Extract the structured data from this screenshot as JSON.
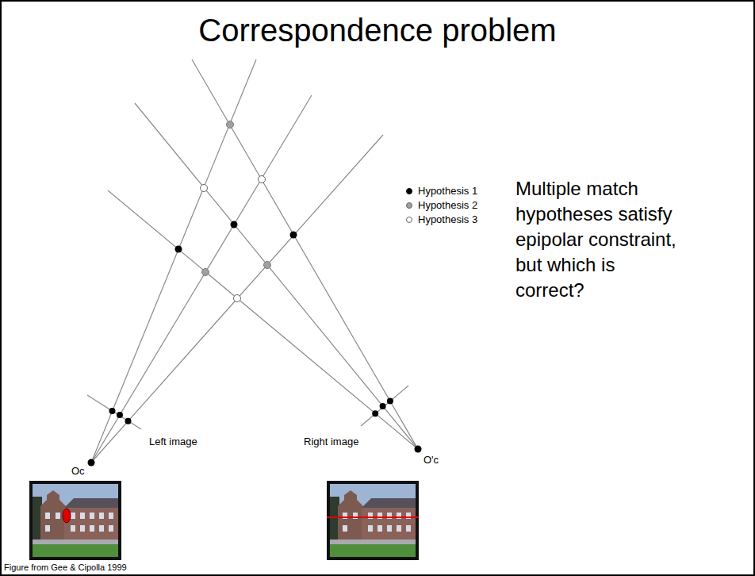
{
  "diagram": {
    "title": "Correspondence problem",
    "caption": "Figure from Gee & Cipolla 1999",
    "labels": [
      "Multiple match hypotheses satisfy epipolar constraint, but which is correct?",
      "Left image",
      "Right image",
      "Oc",
      "O'c"
    ],
    "legend": [
      {
        "text": "Hypothesis 1",
        "color": "#000000"
      },
      {
        "text": "Hypothesis 2",
        "color": "#a0a0a0"
      },
      {
        "text": "Hypothesis 3",
        "color": "#ffffff"
      }
    ]
  }
}
